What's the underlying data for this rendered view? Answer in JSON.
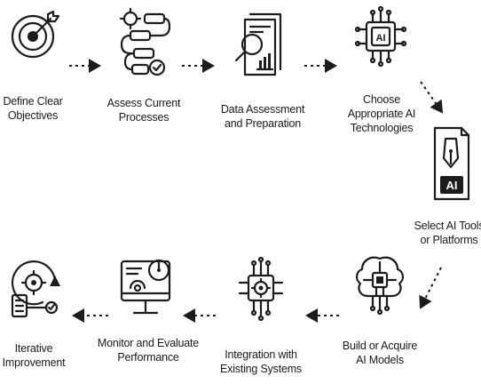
{
  "steps": [
    {
      "id": "define",
      "lines": [
        "Define Clear",
        "Objectives"
      ],
      "icon": "target-icon"
    },
    {
      "id": "assess",
      "lines": [
        "Assess Current",
        "Processes"
      ],
      "icon": "process-flow-icon"
    },
    {
      "id": "data",
      "lines": [
        "Data Assessment",
        "and Preparation"
      ],
      "icon": "document-magnifier-icon"
    },
    {
      "id": "choose",
      "lines": [
        "Choose",
        "Appropriate AI",
        "Technologies"
      ],
      "icon": "ai-chip-icon"
    },
    {
      "id": "select",
      "lines": [
        "Select AI Tools",
        "or Platforms"
      ],
      "icon": "ai-document-pen-icon"
    },
    {
      "id": "build",
      "lines": [
        "Build or Acquire",
        "AI Models"
      ],
      "icon": "brain-circuit-icon"
    },
    {
      "id": "integrate",
      "lines": [
        "Integration with",
        "Existing Systems"
      ],
      "icon": "circuit-gear-icon"
    },
    {
      "id": "monitor",
      "lines": [
        "Monitor and Evaluate",
        "Performance"
      ],
      "icon": "monitor-gauge-icon"
    },
    {
      "id": "iterate",
      "lines": [
        "Iterative",
        "Improvement"
      ],
      "icon": "iteration-cycle-icon"
    }
  ],
  "colors": {
    "ink": "#1c1c1c",
    "background": "#ffffff"
  }
}
